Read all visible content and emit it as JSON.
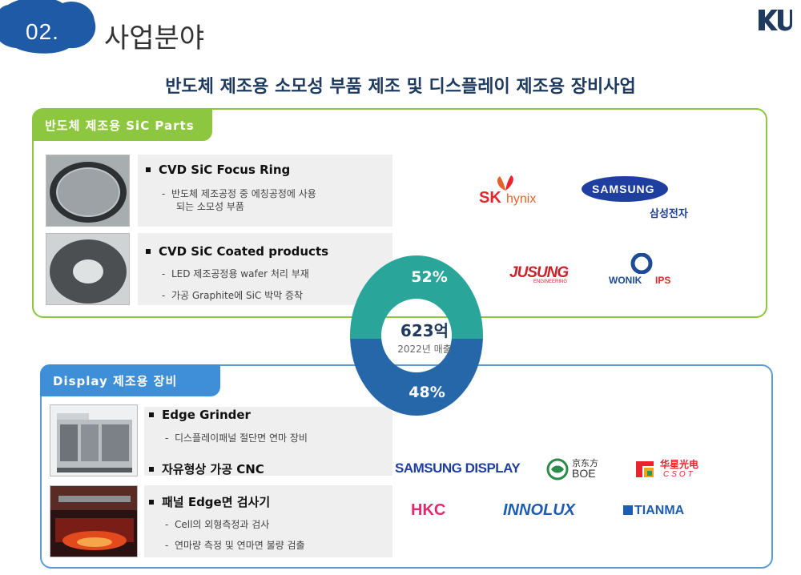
{
  "header": {
    "section_number": "02.",
    "section_title": "사업분야"
  },
  "headline": "반도체 제조용 소모성 부품 제조 및 디스플레이 제조용 장비사업",
  "semiconductor": {
    "tab_label": "반도체 제조용 SiC Parts",
    "products": [
      {
        "name": "CVD SiC Focus Ring",
        "details": [
          "반도체 제조공정 중 에칭공정에 사용",
          "되는 소모성 부품"
        ]
      },
      {
        "name": "CVD SiC Coated products",
        "details": [
          "LED 제조공정용 wafer 처리 부재",
          "가공 Graphite에 SiC 박막 증착"
        ]
      }
    ],
    "customers": {
      "sk_main": "SK",
      "sk_sub": "hynix",
      "samsung_en": "SAMSUNG",
      "samsung_kr": "삼성전자",
      "jusung": "JUSUNG",
      "jusung_sub": "ENGINEERING",
      "wonik": "WONIK",
      "wonik_sub": "IPS"
    }
  },
  "display": {
    "tab_label": "Display 제조용 장비",
    "products": [
      {
        "name": "Edge Grinder",
        "details": [
          "디스플레이패널 절단면 연마 장비"
        ]
      },
      {
        "name": "자유형상 가공 CNC",
        "details": []
      },
      {
        "name": "패널 Edge면 검사기",
        "details": [
          "Cell의 외형측정과 검사",
          "연마량 측정 및 연마면 불량 검출"
        ]
      }
    ],
    "customers": {
      "samsung_display": "SAMSUNG DISPLAY",
      "boe_cn": "京东方",
      "boe_en": "BOE",
      "csot_cn": "华星光电",
      "csot_en": "CSOT",
      "hkc": "HKC",
      "innolux": "INNOLUX",
      "tianma": "TIANMA"
    }
  },
  "revenue": {
    "total": "623억",
    "caption": "2022년 매출",
    "top_share_label": "52%",
    "bottom_share_label": "48%",
    "top_share": 52,
    "bottom_share": 48,
    "colors": {
      "top": "#2aa59a",
      "bottom": "#2567a8"
    }
  },
  "colors": {
    "green": "#8dc63f",
    "blue": "#3f8fd8",
    "navy": "#1e3a5f"
  }
}
